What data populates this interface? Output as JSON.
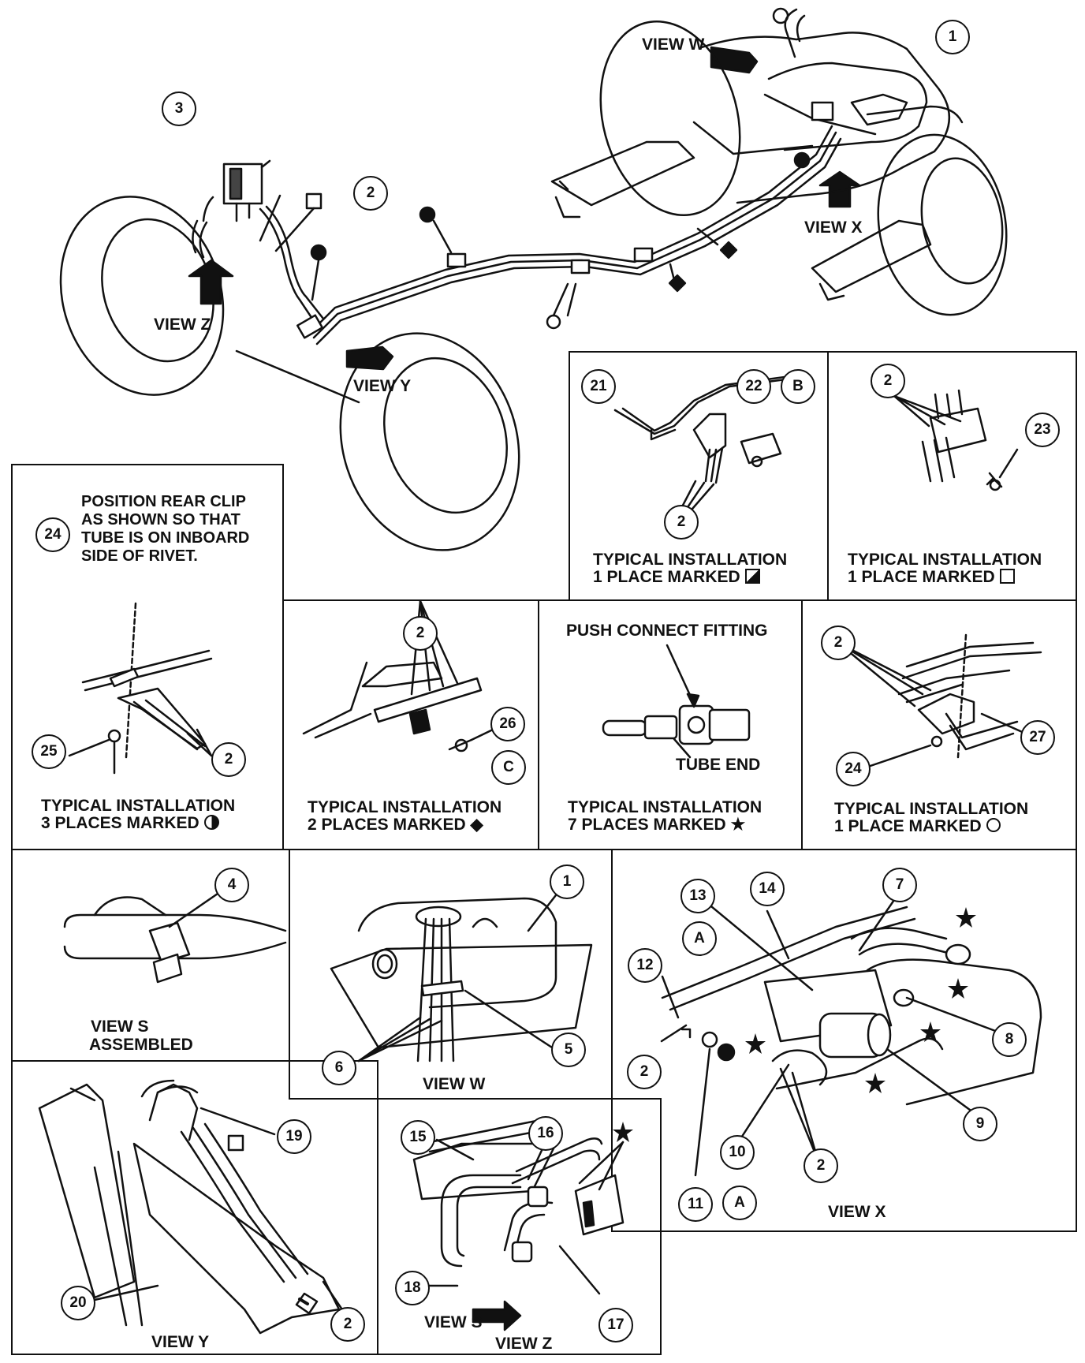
{
  "overview": {
    "callouts": [
      "1",
      "2",
      "3"
    ],
    "view_labels": {
      "w": "VIEW W",
      "x": "VIEW X",
      "y": "VIEW Y",
      "z": "VIEW Z"
    }
  },
  "panels": {
    "p22": {
      "callouts": [
        "21",
        "22",
        "B",
        "2"
      ],
      "caption_line1": "TYPICAL INSTALLATION",
      "caption_line2": "1 PLACE MARKED"
    },
    "p23": {
      "callouts": [
        "2",
        "23"
      ],
      "caption_line1": "TYPICAL INSTALLATION",
      "caption_line2": "1 PLACE MARKED"
    },
    "p24": {
      "callouts": [
        "24",
        "25",
        "2"
      ],
      "note": "POSITION REAR CLIP\nAS SHOWN SO THAT\nTUBE IS ON INBOARD\nSIDE OF RIVET.",
      "caption_line1": "TYPICAL INSTALLATION",
      "caption_line2": "3 PLACES MARKED"
    },
    "p26": {
      "callouts": [
        "2",
        "26",
        "C"
      ],
      "caption_line1": "TYPICAL INSTALLATION",
      "caption_line2": "2 PLACES MARKED"
    },
    "push": {
      "title": "PUSH CONNECT FITTING",
      "tube_end": "TUBE END",
      "caption_line1": "TYPICAL INSTALLATION",
      "caption_line2": "7 PLACES MARKED"
    },
    "p27": {
      "callouts": [
        "2",
        "27",
        "24"
      ],
      "caption_line1": "TYPICAL INSTALLATION",
      "caption_line2": "1 PLACE MARKED"
    },
    "view_s": {
      "callouts": [
        "4"
      ],
      "label_line1": "VIEW S",
      "label_line2": "ASSEMBLED"
    },
    "view_w": {
      "callouts": [
        "1",
        "5",
        "6"
      ],
      "label": "VIEW W"
    },
    "view_x": {
      "callouts": [
        "13",
        "14",
        "7",
        "A",
        "12",
        "8",
        "2",
        "9",
        "10",
        "2",
        "11",
        "A"
      ],
      "label": "VIEW X"
    },
    "view_y": {
      "callouts": [
        "19",
        "20",
        "2"
      ],
      "label": "VIEW Y"
    },
    "view_z": {
      "callouts": [
        "15",
        "16",
        "18",
        "17"
      ],
      "label_s": "VIEW S",
      "label_z": "VIEW Z"
    }
  }
}
